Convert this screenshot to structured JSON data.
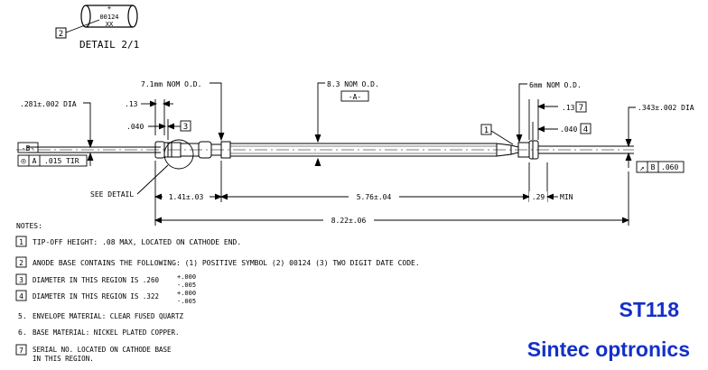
{
  "detail": {
    "symbol": "+",
    "code": "00124",
    "date": "XX",
    "callout": "2",
    "label": "DETAIL 2/1"
  },
  "dimensions": {
    "od_left": "7.1mm NOM O.D.",
    "od_center": "8.3 NOM O.D.",
    "datum_a": "-A-",
    "od_right": "6mm NOM O.D.",
    "dia_left": ".281±.002 DIA",
    "dia_right": ".343±.002 DIA",
    "dim_13_left": ".13",
    "dim_13_right": ".13",
    "callout_7": "7",
    "dim_040_left": ".040",
    "callout_3": "3",
    "dim_040_right": ".040",
    "callout_4": "4",
    "callout_1": "1",
    "datum_b": "-B-",
    "tir_symbol": "◎",
    "tir_datum": "A",
    "tir_value": ".015 TIR",
    "runout_symbol": "↗",
    "runout_datum": "B",
    "runout_value": ".060",
    "see_detail": "SEE DETAIL",
    "len_141": "1.41±.03",
    "len_576": "5.76±.04",
    "len_29": ".29",
    "min_label": "MIN",
    "len_822": "8.22±.06"
  },
  "notes": {
    "heading": "NOTES:",
    "items": [
      {
        "num": "1",
        "boxed": true,
        "text": "TIP-OFF HEIGHT: .08 MAX, LOCATED ON CATHODE END."
      },
      {
        "num": "2",
        "boxed": true,
        "text": "ANODE BASE CONTAINS THE FOLLOWING: (1) POSITIVE SYMBOL (2) 00124 (3) TWO DIGIT DATE CODE."
      },
      {
        "num": "3",
        "boxed": true,
        "text": "DIAMETER IN THIS REGION IS .260",
        "tol_plus": "+.000",
        "tol_minus": "-.005"
      },
      {
        "num": "4",
        "boxed": true,
        "text": "DIAMETER IN THIS REGION IS .322",
        "tol_plus": "+.000",
        "tol_minus": "-.005"
      },
      {
        "num": "5.",
        "boxed": false,
        "text": "ENVELOPE MATERIAL: CLEAR FUSED QUARTZ"
      },
      {
        "num": "6.",
        "boxed": false,
        "text": "BASE MATERIAL: NICKEL PLATED COPPER."
      },
      {
        "num": "7",
        "boxed": true,
        "text": "SERIAL NO. LOCATED ON CATHODE BASE",
        "text2": "IN THIS REGION."
      }
    ]
  },
  "brand": {
    "part": "ST118",
    "company": "Sintec optronics",
    "color": "#1430c8"
  }
}
